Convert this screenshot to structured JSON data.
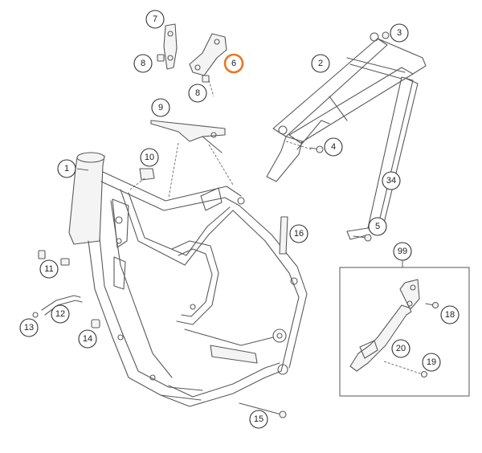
{
  "callouts": [
    {
      "id": "1",
      "label": "1"
    },
    {
      "id": "2",
      "label": "2"
    },
    {
      "id": "3",
      "label": "3"
    },
    {
      "id": "4",
      "label": "4"
    },
    {
      "id": "5",
      "label": "5"
    },
    {
      "id": "6",
      "label": "6",
      "highlighted": true
    },
    {
      "id": "7",
      "label": "7"
    },
    {
      "id": "8a",
      "label": "8"
    },
    {
      "id": "8b",
      "label": "8"
    },
    {
      "id": "9",
      "label": "9"
    },
    {
      "id": "10",
      "label": "10"
    },
    {
      "id": "11",
      "label": "11"
    },
    {
      "id": "12",
      "label": "12"
    },
    {
      "id": "13",
      "label": "13"
    },
    {
      "id": "14",
      "label": "14"
    },
    {
      "id": "15",
      "label": "15"
    },
    {
      "id": "16",
      "label": "16"
    },
    {
      "id": "18",
      "label": "18"
    },
    {
      "id": "19",
      "label": "19"
    },
    {
      "id": "20",
      "label": "20"
    },
    {
      "id": "34",
      "label": "34"
    },
    {
      "id": "99",
      "label": "99"
    }
  ],
  "colors": {
    "highlight": "#e87722",
    "line": "#5a5a5a"
  }
}
